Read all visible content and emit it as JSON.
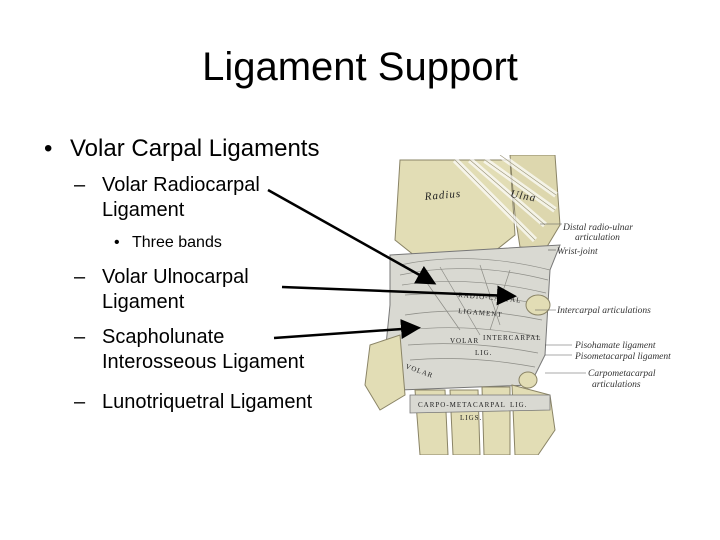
{
  "slide": {
    "title": "Ligament Support",
    "bullet_main": "Volar Carpal Ligaments",
    "sub_bullets": [
      {
        "dash": "–",
        "line1": "Volar Radiocarpal",
        "line2": "Ligament"
      },
      {
        "dash": "–",
        "line1": "Volar Ulnocarpal",
        "line2": "Ligament"
      },
      {
        "dash": "–",
        "line1": "Scapholunate",
        "line2": "Interosseous Ligament"
      },
      {
        "dash": "–",
        "line1": "Lunotriquetral Ligament",
        "line2": ""
      }
    ],
    "sub_sub_bullet": "Three bands",
    "bullet_symbol": "•"
  },
  "figure": {
    "labels": {
      "distal_radio_ulnar_1": "Distal radio-ulnar",
      "distal_radio_ulnar_2": "articulation",
      "wrist_joint": "Wrist-joint",
      "intercarpal": "Intercarpal articulations",
      "pisohamate": "Pisohamate ligament",
      "pisometacarpal": "Pisometacarpal ligament",
      "carpometacarpal_1": "Carpometacarpal",
      "carpometacarpal_2": "articulations"
    },
    "bone_labels": {
      "radius": "Radius",
      "ulna": "Ulna",
      "radio_carpal": "RADIO-CARPAL",
      "ligament": "LIGAMENT",
      "volar": "VOLAR",
      "intercarpal": "INTERCARPAL",
      "lig": "LIG.",
      "volar_short": "VOLAR",
      "carpo_metacarpal": "CARPO-METACARPAL",
      "lig_short": "LIG.",
      "ligs": "LIGS."
    },
    "colors": {
      "bone": "#e2ddb5",
      "bone_dark": "#c9c29a",
      "ligament": "#d9d9d2",
      "arrow": "#000000"
    }
  }
}
